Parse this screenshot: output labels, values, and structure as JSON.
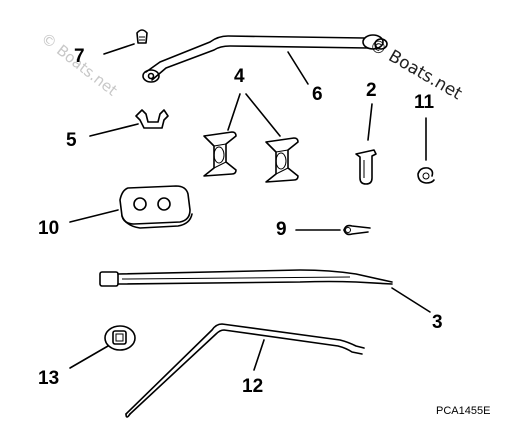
{
  "watermark": {
    "text_a": "© Boats.net",
    "text_b": "© Boats.net"
  },
  "diagram_code": "PCA1455E",
  "callouts": {
    "c1": "7",
    "c2": "6",
    "c3": "4",
    "c4": "2",
    "c5": "11",
    "c6": "5",
    "c7": "10",
    "c8": "9",
    "c9": "3",
    "c10": "13",
    "c11": "12"
  }
}
